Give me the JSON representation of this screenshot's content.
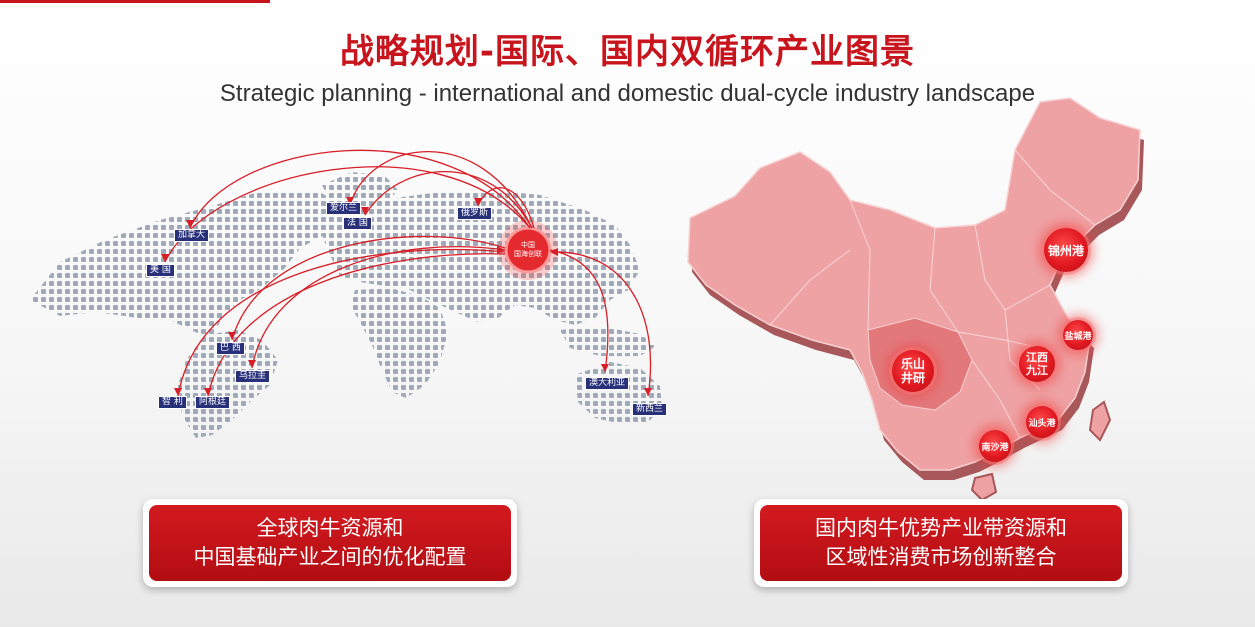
{
  "header": {
    "title": "战略规划-国际、国内双循环产业图景",
    "subtitle": "Strategic planning - international and domestic dual-cycle industry landscape"
  },
  "world_map": {
    "hub": {
      "line1": "中国",
      "line2": "国海创联"
    },
    "countries": [
      "加拿大",
      "美 国",
      "爱尔兰",
      "法 国",
      "俄罗斯",
      "巴 西",
      "乌拉圭",
      "智 利",
      "阿根廷",
      "澳大利亚",
      "新西兰"
    ]
  },
  "china_map": {
    "ports": [
      "锦州港",
      "盐城港",
      "江西九江",
      "乐山井研",
      "汕头港",
      "南沙港"
    ]
  },
  "captions": {
    "left": {
      "line1": "全球肉牛资源和",
      "line2": "中国基础产业之间的优化配置"
    },
    "right": {
      "line1": "国内肉牛优势产业带资源和",
      "line2": "区域性消费市场创新整合"
    }
  },
  "colors": {
    "accent": "#c8141c",
    "label_bg": "#28307a",
    "map_dots": "#9da8b8",
    "china_fill": "#ee9d9f"
  }
}
